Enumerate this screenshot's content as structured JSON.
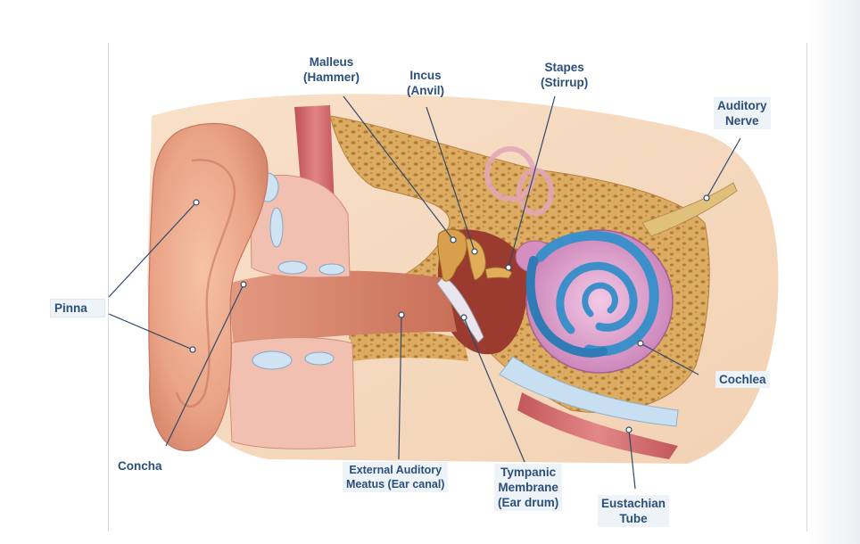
{
  "labels": {
    "malleus": {
      "line1": "Malleus",
      "line2": "(Hammer)"
    },
    "incus": {
      "line1": "Incus",
      "line2": "(Anvil)"
    },
    "stapes": {
      "line1": "Stapes",
      "line2": "(Stirrup)"
    },
    "auditory_nerve": {
      "line1": "Auditory",
      "line2": "Nerve"
    },
    "pinna": "Pinna",
    "cochlea": "Cochlea",
    "concha": "Concha",
    "ear_canal": {
      "line1": "External Auditory",
      "line2": "Meatus (Ear canal)"
    },
    "tympanic": {
      "line1": "Tympanic",
      "line2": "Membrane",
      "line3": "(Ear drum)"
    },
    "eustachian": {
      "line1": "Eustachian",
      "line2": "Tube"
    }
  },
  "colors": {
    "label_text": "#2a4f7c",
    "leader_line": "#2f4a6b",
    "skin": "#e8a48a",
    "bone": "#d9a85a",
    "cochlea": "#d48fc0",
    "cochlea_duct": "#3d8fc9"
  }
}
